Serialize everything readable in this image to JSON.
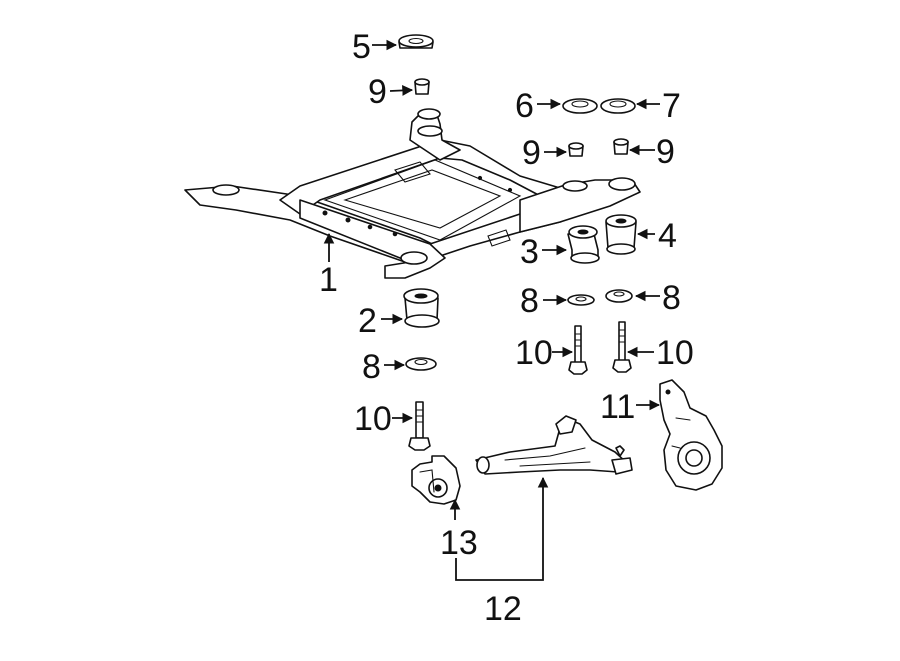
{
  "labels": {
    "n1": "1",
    "n2": "2",
    "n3": "3",
    "n4": "4",
    "n5": "5",
    "n6": "6",
    "n7": "7",
    "n8a": "8",
    "n8b": "8",
    "n8c": "8",
    "n9a": "9",
    "n9b": "9",
    "n9c": "9",
    "n10a": "10",
    "n10b": "10",
    "n10c": "10",
    "n11": "11",
    "n12": "12",
    "n13": "13"
  },
  "colors": {
    "line": "#111111",
    "background": "#ffffff"
  }
}
